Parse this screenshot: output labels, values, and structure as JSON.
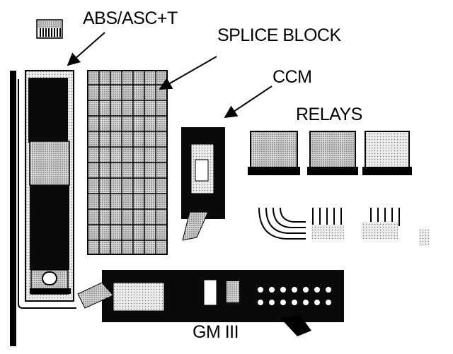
{
  "labels": {
    "abs_asc_t": "ABS/ASC+T",
    "splice_block": "SPLICE BLOCK",
    "ccm": "CCM",
    "relays": "RELAYS",
    "gm_iii": "GM III"
  },
  "colors": {
    "ink": "#000000",
    "paper": "#ffffff",
    "screen": "#8a8a8a",
    "light_screen": "#c8c8c8"
  }
}
